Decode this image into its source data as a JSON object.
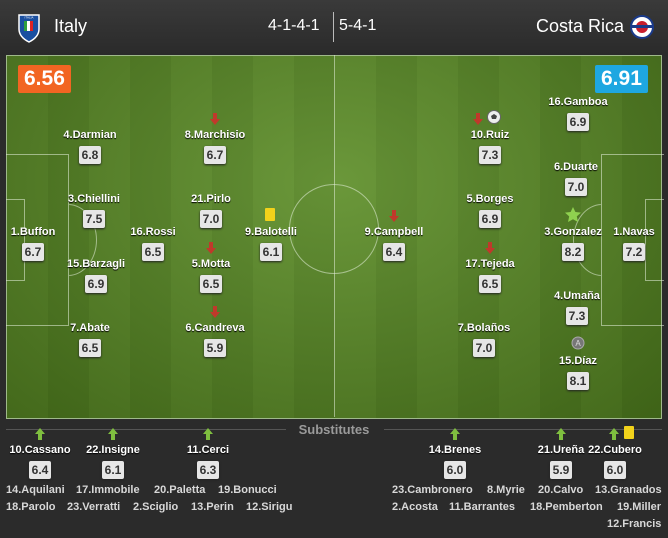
{
  "header": {
    "home_team": "Italy",
    "away_team": "Costa Rica",
    "home_formation": "4-1-4-1",
    "away_formation": "5-4-1"
  },
  "ratings": {
    "home": "6.56",
    "away": "6.91",
    "home_color": "#f26522",
    "away_color": "#1ea7e1"
  },
  "home_players": [
    {
      "name": "1.Buffon",
      "score": "6.7",
      "icons": []
    },
    {
      "name": "4.Darmian",
      "score": "6.8",
      "icons": []
    },
    {
      "name": "3.Chiellini",
      "score": "7.5",
      "icons": []
    },
    {
      "name": "15.Barzagli",
      "score": "6.9",
      "icons": []
    },
    {
      "name": "7.Abate",
      "score": "6.5",
      "icons": []
    },
    {
      "name": "16.Rossi",
      "score": "6.5",
      "icons": []
    },
    {
      "name": "8.Marchisio",
      "score": "6.7",
      "icons": [
        "sub-off-arrow-icon"
      ]
    },
    {
      "name": "21.Pirlo",
      "score": "7.0",
      "icons": []
    },
    {
      "name": "5.Motta",
      "score": "6.5",
      "icons": [
        "sub-off-arrow-icon"
      ]
    },
    {
      "name": "6.Candreva",
      "score": "5.9",
      "icons": [
        "sub-off-arrow-icon"
      ]
    },
    {
      "name": "9.Balotelli",
      "score": "6.1",
      "icons": [
        "yellow-card-icon"
      ]
    }
  ],
  "away_players": [
    {
      "name": "9.Campbell",
      "score": "6.4",
      "icons": [
        "sub-off-arrow-icon"
      ]
    },
    {
      "name": "10.Ruiz",
      "score": "7.3",
      "icons": [
        "sub-off-arrow-icon",
        "goal-ball-icon"
      ]
    },
    {
      "name": "5.Borges",
      "score": "6.9",
      "icons": []
    },
    {
      "name": "17.Tejeda",
      "score": "6.5",
      "icons": [
        "sub-off-arrow-icon"
      ]
    },
    {
      "name": "7.Bolaños",
      "score": "7.0",
      "icons": []
    },
    {
      "name": "16.Gamboa",
      "score": "6.9",
      "icons": []
    },
    {
      "name": "6.Duarte",
      "score": "7.0",
      "icons": []
    },
    {
      "name": "3.Gonzalez",
      "score": "8.2",
      "icons": [
        "man-of-match-star-icon"
      ]
    },
    {
      "name": "4.Umaña",
      "score": "7.3",
      "icons": []
    },
    {
      "name": "15.Díaz",
      "score": "8.1",
      "icons": [
        "assist-icon"
      ]
    },
    {
      "name": "1.Navas",
      "score": "7.2",
      "icons": []
    }
  ],
  "substitutes_label": "Substitutes",
  "home_subs": [
    {
      "name": "10.Cassano",
      "score": "6.4"
    },
    {
      "name": "22.Insigne",
      "score": "6.1"
    },
    {
      "name": "11.Cerci",
      "score": "6.3"
    }
  ],
  "away_subs": [
    {
      "name": "14.Brenes",
      "score": "6.0"
    },
    {
      "name": "21.Ureña",
      "score": "5.9"
    },
    {
      "name": "22.Cubero",
      "score": "6.0"
    }
  ],
  "home_bench": [
    "14.Aquilani",
    "17.Immobile",
    "20.Paletta",
    "19.Bonucci",
    "18.Parolo",
    "23.Verratti",
    "2.Sciglio",
    "13.Perin",
    "12.Sirigu"
  ],
  "away_bench": [
    "23.Cambronero",
    "8.Myrie",
    "20.Calvo",
    "13.Granados",
    "2.Acosta",
    "11.Barrantes",
    "18.Pemberton",
    "19.Miller",
    "12.Francis"
  ],
  "colors": {
    "sub_on": "#7fbf3f",
    "sub_off": "#c0392b",
    "yellow_card": "#f2d21b"
  }
}
